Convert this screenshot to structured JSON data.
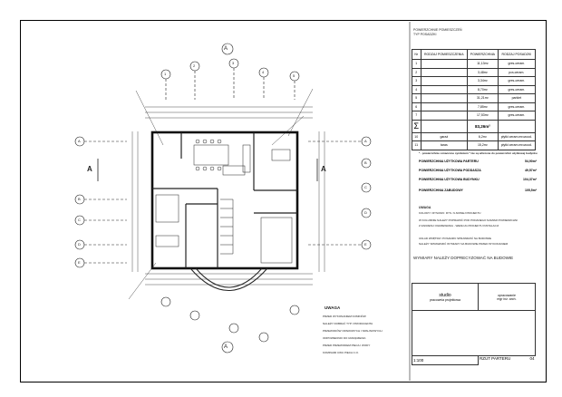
{
  "room_table": {
    "title_line1": "POWIERZCHNIE POMIESZCZEŃ",
    "title_line2": "TYP POSADZKI",
    "headers": [
      "Nr",
      "RODZAJ POMIESZCZENIA",
      "POWIERZCHNIA",
      "RODZAJ POSADZKI"
    ],
    "rows": [
      {
        "nr": "1",
        "area": "11,13m²",
        "floor": "gres-ceram."
      },
      {
        "nr": "2",
        "area": "3,48m²",
        "floor": "pcs.ceram."
      },
      {
        "nr": "3",
        "area": "3,34m²",
        "floor": "gres-ceram."
      },
      {
        "nr": "4",
        "area": "8,70m²",
        "floor": "gres-ceram."
      },
      {
        "nr": "5",
        "area": "31,21m²",
        "floor": "parkiet"
      },
      {
        "nr": "6",
        "area": "7,85m²",
        "floor": "gres-ceram."
      },
      {
        "nr": "7",
        "area": "17,53m²",
        "floor": "gres-ceram."
      }
    ],
    "sum_symbol": "Σ",
    "sum_value": "83,26m²",
    "extra_rows": [
      {
        "nr": "10",
        "name": "garaż",
        "area": "6,2m²",
        "floor": "płytki ceram.mrozood."
      },
      {
        "nr": "11",
        "name": "taras",
        "area": "15,2m²",
        "floor": "płytki ceram.mrozood."
      }
    ]
  },
  "areas": {
    "note": "* - powierzchnie oznaczone symbolem * nie są wliczone do powierzchni użytkowej budynku",
    "items": [
      {
        "label": "POWIERZCHNIA UŻYTKOWA PARTERU",
        "value": "54,90m²"
      },
      {
        "label": "POWIERZCHNIA UŻYTKOWA PODDASZA",
        "value": "49,57m²"
      },
      {
        "label": "POWIERZCHNIA UŻYTKOWA BUDYNKU",
        "value": "104,37m²"
      },
      {
        "label": "POWIERZCHNIA ZABUDOWY",
        "value": "105,5m²"
      }
    ]
  },
  "remarks": {
    "title": "UWAGA",
    "lines": [
      "KOLORY I RYSUNKI: RYS. N-NOWEJ PROJEKTU",
      "W KOLUMNIE NALEŻY POPRAWIĆ POD PODANEGO NAMIAR POWIERZCHNI",
      "Z ZAKRESU OGRZEWANIA - WEDŁUG PROJEKTU INSTALACJI",
      "UKŁAD WNĘTRZ I POSADZKI SPRAWDZIĆ NA BUDOWIE",
      "NALEŻY SPRAWDZIĆ WYMIARY NA BUDOWIE PRZED WYKONANIEM"
    ]
  },
  "bottom_note": {
    "title": "UWAGA",
    "lines": [
      "PRZED WYKONANIEM KOMINÓW",
      "NALEŻY DOBRAĆ TYP I PRODUCENTA",
      "PRZEWODÓW OPAROWYCH I SPALINOWYCH",
      "ODPOWIEDNIO DO URZĄDZENIA",
      "PRZED PRZEWODEM PIECA I WODY",
      "KOMINAMI CWU PIECA C.O."
    ]
  },
  "site_note": "WYMIARY NALEŻY DOPRECYZOWAĆ NA BUDOWIE",
  "title_block": {
    "studio_line1": "studio",
    "studio_line2": "pracownia projektowa",
    "author_label": "opracowanie",
    "author_name": "mgr inż. arch.",
    "drawing_title": "RZUT PARTERU",
    "scale": "1:100",
    "sheet_no": "04"
  },
  "axes": [
    "A",
    "B",
    "C",
    "D",
    "E",
    "1",
    "2",
    "3",
    "4",
    "5"
  ],
  "section_label": "A"
}
